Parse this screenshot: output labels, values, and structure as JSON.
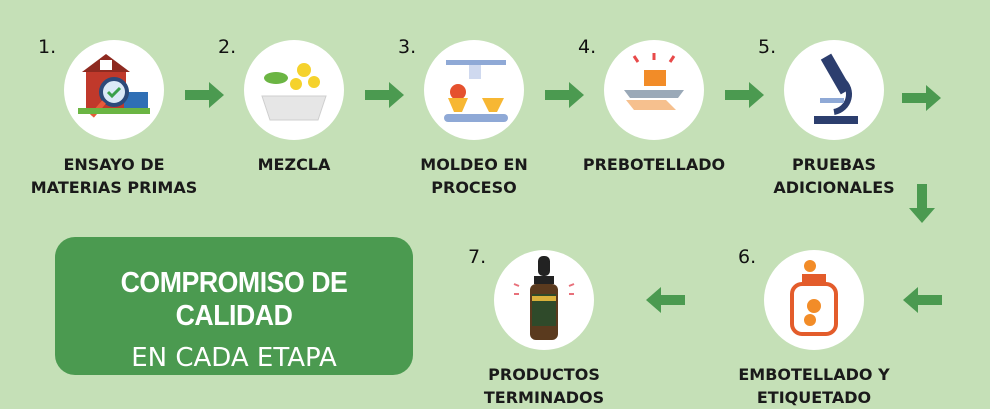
{
  "steps": [
    {
      "number": "1.",
      "line1": "ENSAYO DE",
      "line2": "MATERIAS PRIMAS",
      "icon": "farm-inspection-icon"
    },
    {
      "number": "2.",
      "line1": "MEZCLA",
      "line2": "",
      "icon": "mixing-bowl-icon"
    },
    {
      "number": "3.",
      "line1": "MOLDEO EN",
      "line2": "PROCESO",
      "icon": "molding-machine-icon"
    },
    {
      "number": "4.",
      "line1": "PREBOTELLADO",
      "line2": "",
      "icon": "serving-tray-icon"
    },
    {
      "number": "5.",
      "line1": "PRUEBAS",
      "line2": "ADICIONALES",
      "icon": "microscope-icon"
    },
    {
      "number": "6.",
      "line1": "EMBOTELLADO Y",
      "line2": "ETIQUETADO",
      "icon": "jar-icon"
    },
    {
      "number": "7.",
      "line1": "PRODUCTOS",
      "line2": "TERMINADOS",
      "icon": "dropper-bottle-icon"
    }
  ],
  "banner": {
    "line1": "COMPROMISO DE CALIDAD",
    "line2": "EN CADA ETAPA"
  },
  "colors": {
    "background": "#c5e0b7",
    "accent": "#4b9a50"
  }
}
